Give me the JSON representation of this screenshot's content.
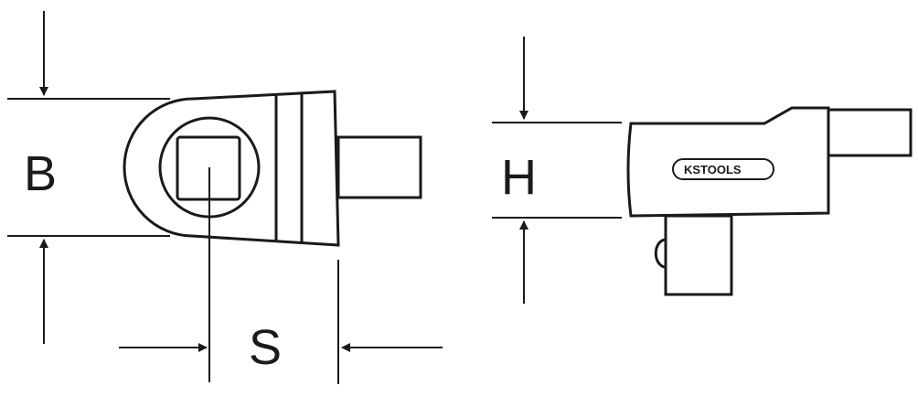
{
  "labels": {
    "width": "B",
    "height": "H",
    "square_offset": "S"
  },
  "brand": {
    "logo_text": "KSTOOLS"
  }
}
